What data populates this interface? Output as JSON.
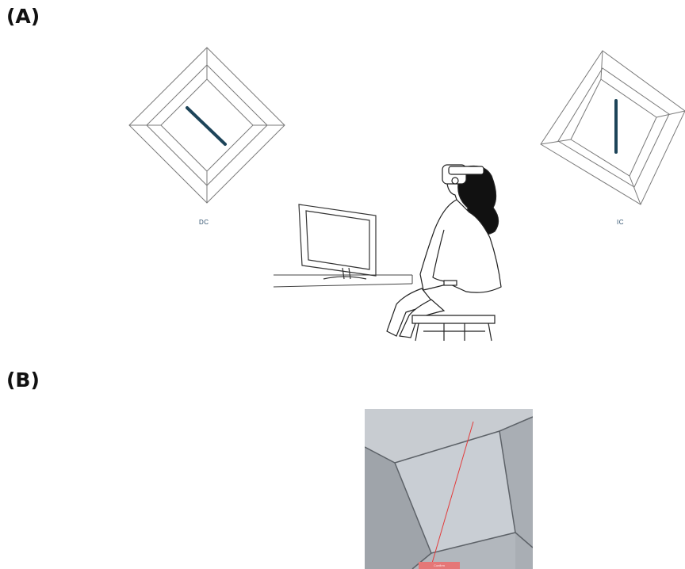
{
  "panels": {
    "a_label": "(A)",
    "b_label": "(B)"
  },
  "frames": {
    "dc_label": "DC",
    "ic_label": "IC"
  },
  "vr_view": {
    "button_label": "Confirm"
  },
  "colors": {
    "rod": "#1d4459",
    "frame_stroke": "#7a7a7a",
    "laser": "#e23b3b",
    "vr_background": "#b9bec4",
    "vr_square": "#c9ced4",
    "vr_button": "#e57777"
  }
}
